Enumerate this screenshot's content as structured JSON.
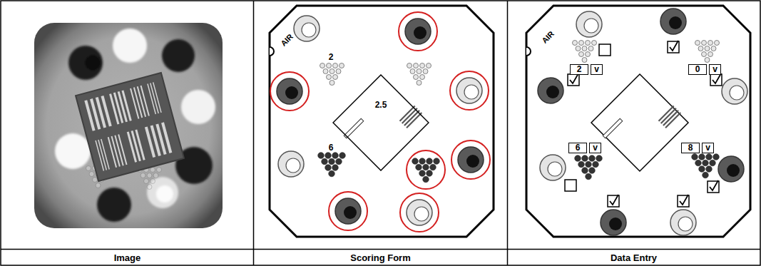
{
  "diagram": {
    "nodes": [
      {
        "text": [
          "2.5"
        ]
      },
      {
        "text": [
          "2",
          "v"
        ]
      },
      {
        "text": [
          "0",
          "v"
        ]
      },
      {
        "text": [
          "6",
          "v"
        ]
      },
      {
        "text": [
          "8",
          "v"
        ]
      },
      {
        "text": [
          "Image"
        ]
      },
      {
        "text": [
          "Scoring Form"
        ]
      },
      {
        "text": [
          "Data Entry"
        ]
      }
    ],
    "labels": [
      "AIR",
      "2",
      "6",
      "AIR"
    ]
  }
}
